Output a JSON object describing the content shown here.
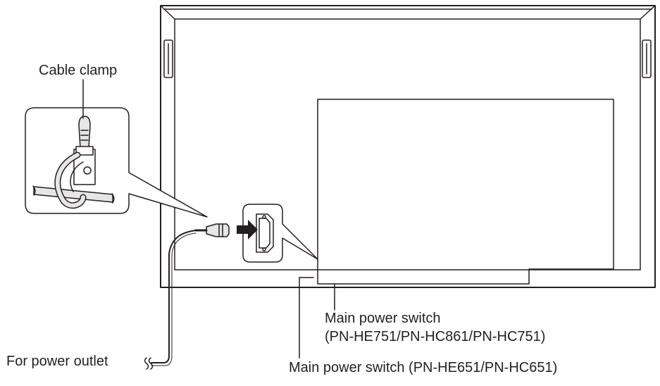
{
  "labels": {
    "cable_clamp": "Cable clamp",
    "main_switch_a_line1": "Main power switch",
    "main_switch_a_line2": "(PN-HE751/PN-HC861/PN-HC751)",
    "main_switch_b": "Main power switch (PN-HE651/PN-HC651)",
    "power_outlet": "For power outlet"
  },
  "colors": {
    "line": "#231f20",
    "detail_fill": "#e6e6e6",
    "arrow": "#231f20"
  },
  "icons": [
    "cable-clamp-detail",
    "power-plug-icon",
    "insert-arrow-icon",
    "ac-inlet-icon"
  ]
}
